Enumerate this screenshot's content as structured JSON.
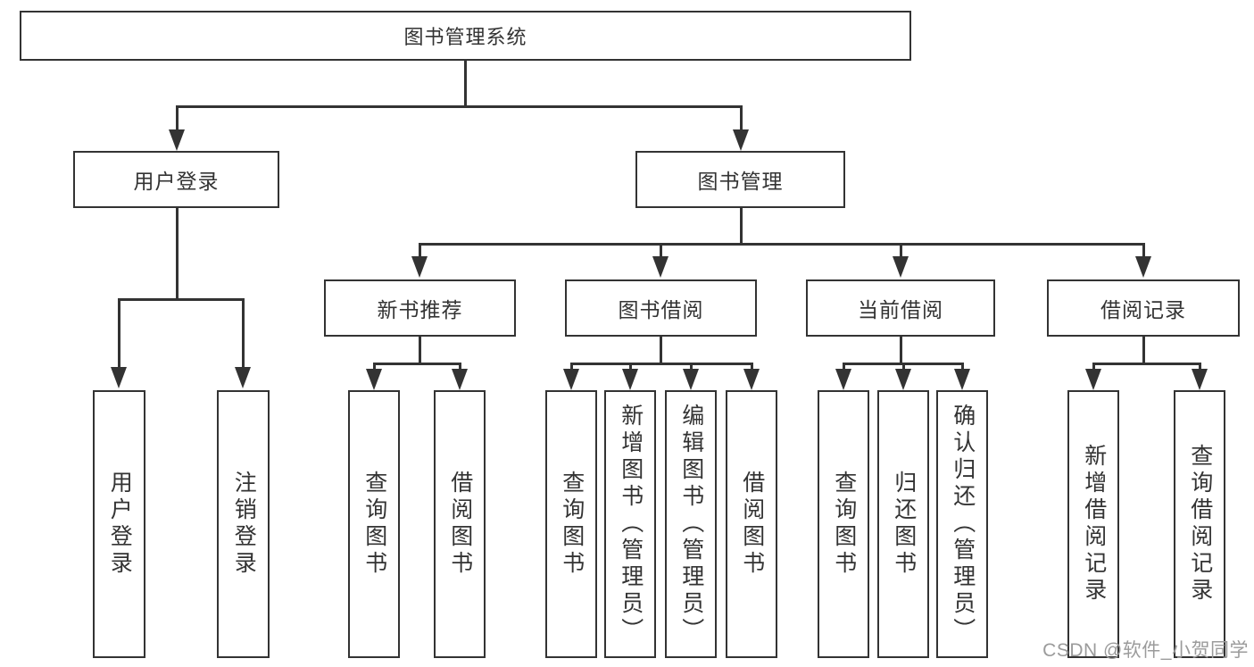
{
  "d": {
    "colors": {
      "stroke": "#333333",
      "text": "#333333",
      "watermark": "#9b9b9b",
      "background": "#ffffff"
    },
    "watermark": "CSDN @软件_小贺同学",
    "root": {
      "label": "图书管理系统"
    },
    "branches": [
      {
        "label": "用户登录",
        "children": [
          {
            "label": "用户登录"
          },
          {
            "label": "注销登录"
          }
        ]
      },
      {
        "label": "图书管理",
        "children": [
          {
            "label": "新书推荐",
            "children": [
              {
                "label": "查询图书"
              },
              {
                "label": "借阅图书"
              }
            ]
          },
          {
            "label": "图书借阅",
            "children": [
              {
                "label": "查询图书"
              },
              {
                "label": "新增图书（管理员）"
              },
              {
                "label": "编辑图书（管理员）"
              },
              {
                "label": "借阅图书"
              }
            ]
          },
          {
            "label": "当前借阅",
            "children": [
              {
                "label": "查询图书"
              },
              {
                "label": "归还图书"
              },
              {
                "label": "确认归还（管理员）"
              }
            ]
          },
          {
            "label": "借阅记录",
            "children": [
              {
                "label": "新增借阅记录"
              },
              {
                "label": "查询借阅记录"
              }
            ]
          }
        ]
      }
    ]
  }
}
